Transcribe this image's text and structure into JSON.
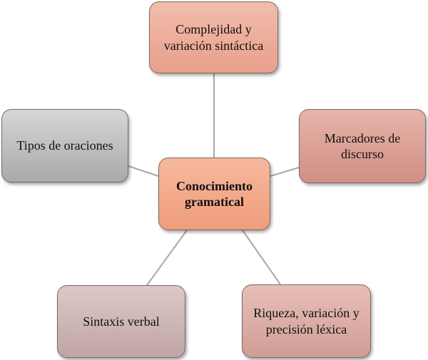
{
  "diagram": {
    "center": {
      "label": "Conocimiento gramatical"
    },
    "nodes": {
      "top": {
        "label": "Complejidad y variación sintáctica"
      },
      "left": {
        "label": "Tipos de oraciones"
      },
      "right": {
        "label": "Marcadores de discurso"
      },
      "bottom_left": {
        "label": "Sintaxis verbal"
      },
      "bottom_right": {
        "label": "Riqueza, variación y precisión léxica"
      }
    }
  }
}
